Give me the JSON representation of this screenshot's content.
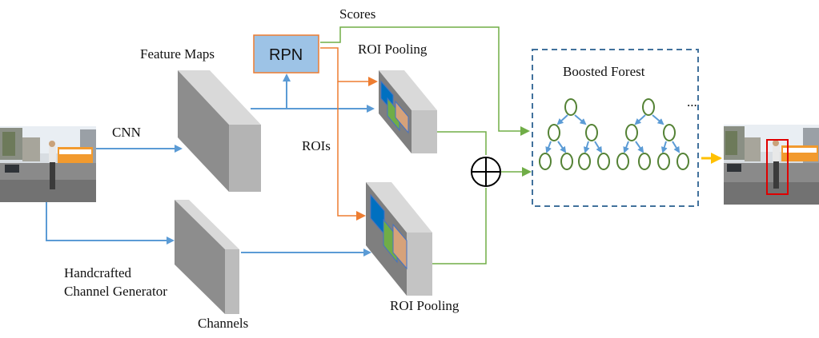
{
  "labels": {
    "cnn": "CNN",
    "feature_maps": "Feature Maps",
    "rpn": "RPN",
    "scores": "Scores",
    "roi_pooling_top": "ROI Pooling",
    "rois": "ROIs",
    "boosted_forest": "Boosted Forest",
    "ellipsis": "...",
    "handcrafted_line1": "Handcrafted",
    "handcrafted_line2": "Channel Generator",
    "channels": "Channels",
    "roi_pooling_bottom": "ROI Pooling",
    "combine_symbol": "⊕"
  },
  "colors": {
    "blue_arrow": "#5b9bd5",
    "orange_arrow": "#ed7d31",
    "green_arrow": "#70ad47",
    "yellow_arrow": "#ffc000",
    "rpn_fill": "#9dc3e6",
    "rpn_border": "#ed7d31",
    "tree_node": "#548235",
    "forest_border": "#41719c",
    "detection_box": "#e00000"
  }
}
